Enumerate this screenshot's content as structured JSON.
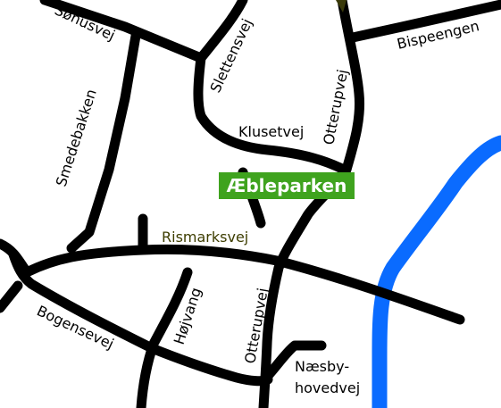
{
  "map": {
    "poi": {
      "label": "Æbleparken",
      "color": "#3fa31e"
    },
    "river_color": "#0a6bff",
    "corner_mark_color": "#3a3a0a",
    "streets": {
      "sohusvej": "Søhusvej",
      "slettensvej": "Slettensvej",
      "bispeengen": "Bispeengen",
      "smedebakken": "Smedebakken",
      "otterupvej_north": "Otterupvej",
      "klusetvej": "Klusetvej",
      "rismarksvej": "Rismarksvej",
      "bogensevej": "Bogensevej",
      "hojvang": "Højvang",
      "otterupvej_south": "Otterupvej",
      "naesbyhovedvej_line1": "Næsby-",
      "naesbyhovedvej_line2": "hovedvej"
    }
  }
}
